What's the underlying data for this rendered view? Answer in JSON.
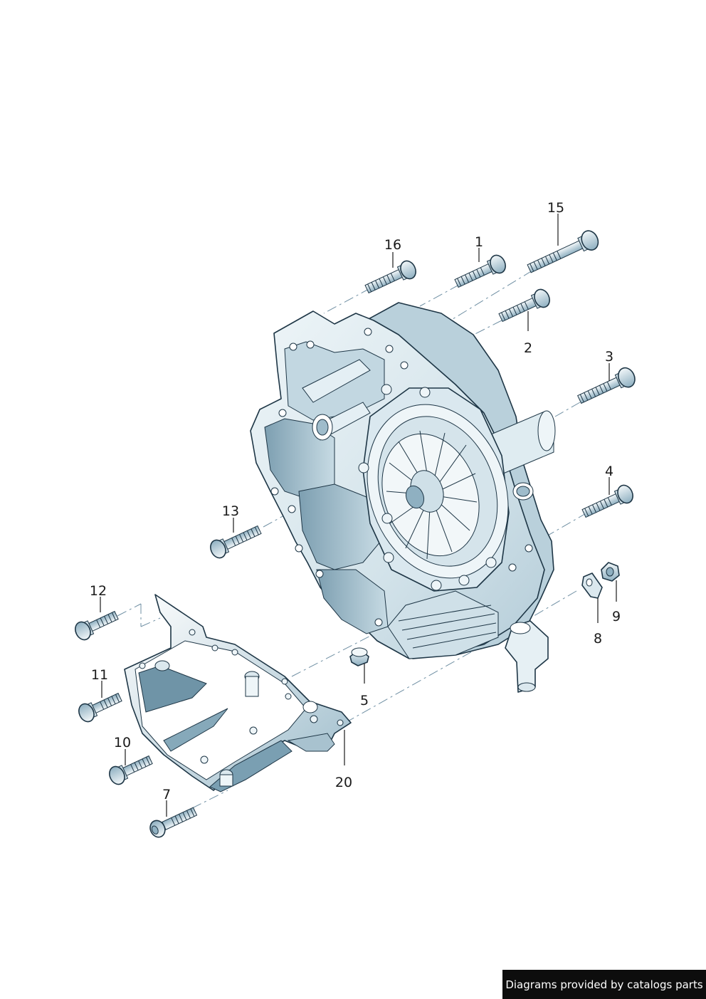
{
  "callouts": [
    {
      "id": "1",
      "label": "1"
    },
    {
      "id": "2",
      "label": "2"
    },
    {
      "id": "3",
      "label": "3"
    },
    {
      "id": "4",
      "label": "4"
    },
    {
      "id": "5",
      "label": "5"
    },
    {
      "id": "7",
      "label": "7"
    },
    {
      "id": "8",
      "label": "8"
    },
    {
      "id": "9",
      "label": "9"
    },
    {
      "id": "10",
      "label": "10"
    },
    {
      "id": "11",
      "label": "11"
    },
    {
      "id": "12",
      "label": "12"
    },
    {
      "id": "13",
      "label": "13"
    },
    {
      "id": "15",
      "label": "15"
    },
    {
      "id": "16",
      "label": "16"
    },
    {
      "id": "20",
      "label": "20"
    }
  ],
  "footer": {
    "text": "Diagrams provided by catalogs parts"
  },
  "colors": {
    "part_fill": "#dbe8ee",
    "part_shade": "#9fbccb",
    "edge": "#1e3646",
    "dash": "#6f8fa3"
  }
}
